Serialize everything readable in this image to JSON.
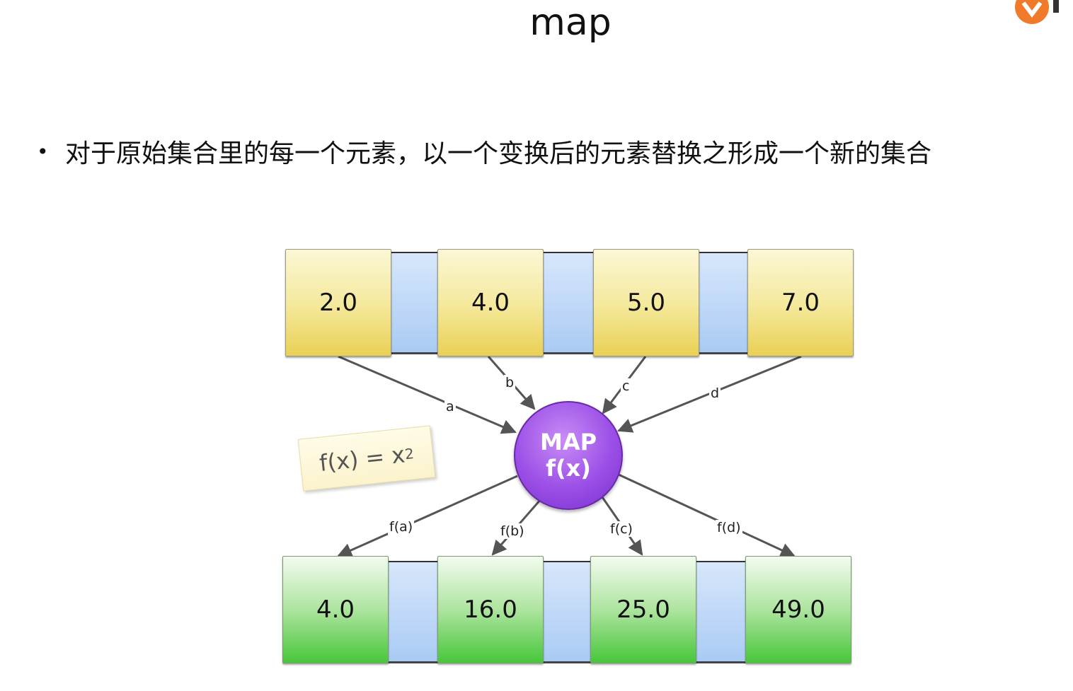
{
  "slide": {
    "title": "map",
    "bullet": "对于原始集合里的每一个元素，以一个变换后的元素替换之形成一个新的集合"
  },
  "diagram": {
    "inputs": [
      "2.0",
      "4.0",
      "5.0",
      "7.0"
    ],
    "outputs": [
      "4.0",
      "16.0",
      "25.0",
      "49.0"
    ],
    "node": {
      "line1": "MAP",
      "line2": "f(x)"
    },
    "in_labels": [
      "a",
      "b",
      "c",
      "d"
    ],
    "out_labels": [
      "f(a)",
      "f(b)",
      "f(c)",
      "f(d)"
    ],
    "formula": {
      "base": "f(x) = x",
      "exp": "2"
    }
  },
  "colors": {
    "input_cell": "#f5ea9f",
    "output_cell": "#47c73a",
    "band": "#a9cbf4",
    "map_node": "#9b4fe6"
  },
  "icons": {
    "logo": "logo-icon"
  }
}
